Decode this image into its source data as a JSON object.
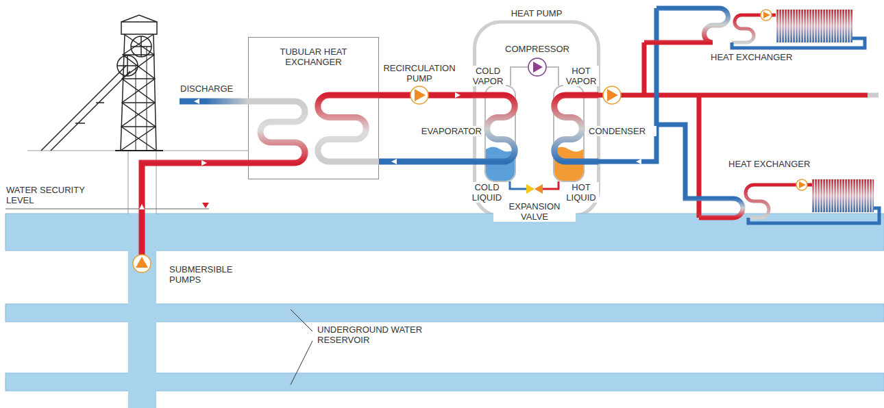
{
  "diagram": {
    "nodes": [
      {
        "text": [
          "TUBULAR HEAT EXCHANGER"
        ]
      },
      {
        "text": [
          "HEAT PUMP"
        ]
      }
    ],
    "edges": [
      {
        "from": 0,
        "to": 1,
        "arrow": "to"
      },
      {
        "from": 1,
        "to": 0,
        "arrow": "to"
      }
    ],
    "labels": [
      "DISCHARGE",
      "RECIRCULATION PUMP",
      "COMPRESSOR",
      "COLD VAPOR",
      "HOT VAPOR",
      "EVAPORATOR",
      "CONDENSER",
      "COLD LIQUID",
      "HOT LIQUID",
      "EXPANSION VALVE",
      "HEAT EXCHANGER",
      "HEAT EXCHANGER",
      "WATER SECURITY LEVEL",
      "SUBMERSIBLE PUMPS",
      "UNDERGROUND WATER RESERVOIR"
    ]
  }
}
